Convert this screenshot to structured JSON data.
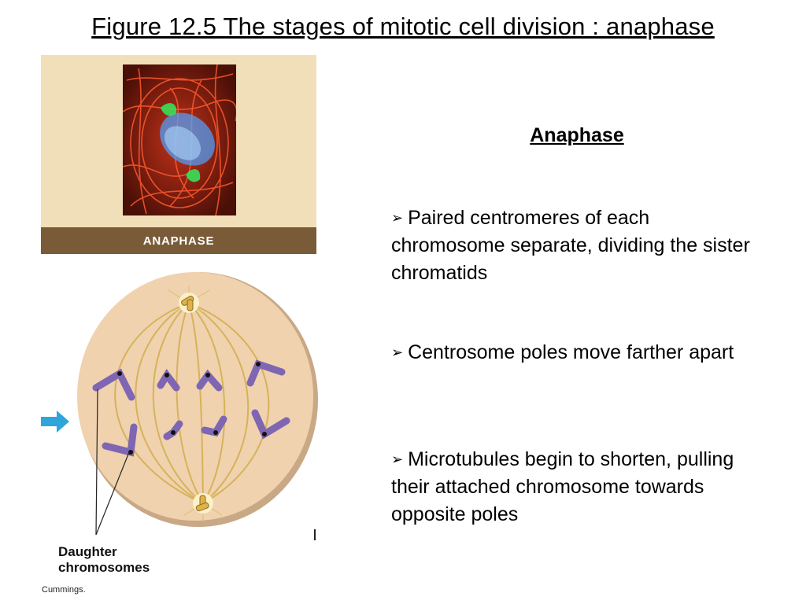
{
  "slide": {
    "title": "Figure 12.5  The stages of mitotic cell division : anaphase"
  },
  "micrograph": {
    "stage_label": "ANAPHASE"
  },
  "diagram": {
    "label": "Daughter\nchromosomes",
    "credit": "Cummings."
  },
  "text_panel": {
    "heading": "Anaphase",
    "bullet_glyph": "➢",
    "bullets": [
      "Paired centromeres of each chromosome separate, dividing the sister chromatids",
      "Centrosome poles move farther apart",
      "Microtubules begin to shorten, pulling their attached chromosome towards opposite poles"
    ]
  },
  "colors": {
    "panel_bg": "#f1dfb9",
    "band": "#7a5b38",
    "cell_fill": "#f0d2ae",
    "spindle": "#d6b25a",
    "chromosome": "#7f66b3",
    "arrow": "#2ea6dc"
  }
}
